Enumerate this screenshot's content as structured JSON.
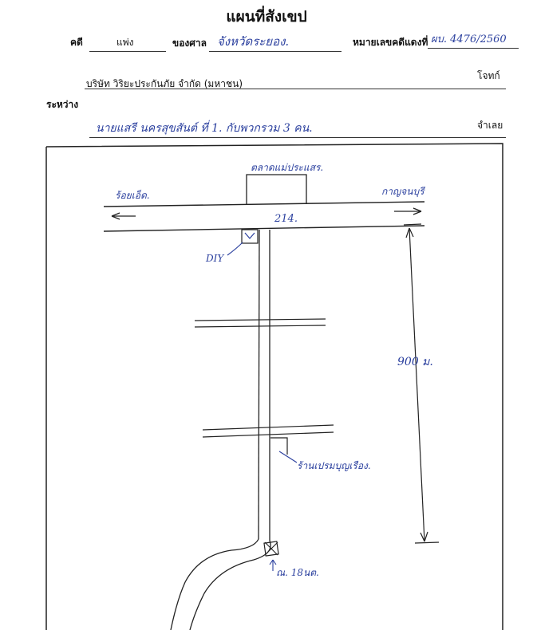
{
  "header": {
    "title": "แผนที่สังเขป",
    "case_label": "คดี",
    "case_type": "แพ่ง",
    "court_label": "ของศาล",
    "court_name": "จังหวัดระยอง.",
    "case_no_label": "หมายเลขคดีแดงที่",
    "case_no": "ผบ. 4476/2560",
    "plaintiff": "บริษัท วิริยะประกันภัย จำกัด (มหาชน)",
    "plaintiff_role": "โจทก์",
    "between_label": "ระหว่าง",
    "defendant": "นายแสรี นครสุขสันต์ ที่ 1. กับพวกรวม 3 คน.",
    "defendant_role": "จำเลย"
  },
  "map": {
    "market_label": "ตลาดแม่ประแสร.",
    "west_label": "ร้อยเอ็ด.",
    "east_label": "กาญจนบุรี",
    "road_label": "214.",
    "shop_label": "DIY",
    "distance_label": "900 ม.",
    "landmark_label": "ร้านเปรมบุญเรือง.",
    "point_label": "ณ. 18นต."
  },
  "colors": {
    "ink": "#2a3f9e",
    "line": "#333333"
  }
}
